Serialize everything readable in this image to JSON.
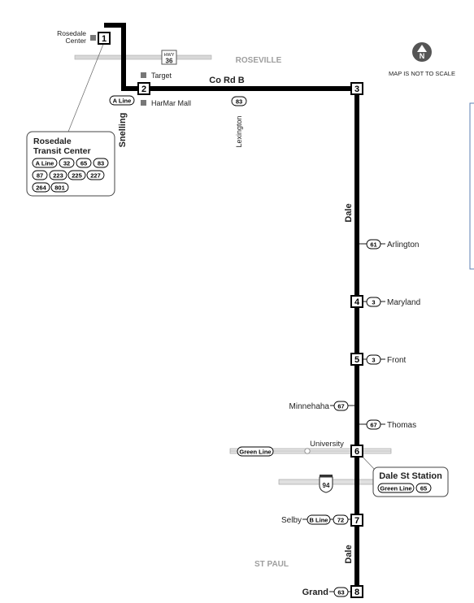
{
  "map": {
    "area_labels": {
      "roseville": "ROSEVILLE",
      "st_paul": "ST PAUL"
    },
    "north_arrow": "N",
    "disclaimer": "MAP IS NOT TO SCALE",
    "highway": {
      "hwy36_top": "HWY",
      "hwy36_num": "36",
      "i94": "94"
    },
    "streets": {
      "co_rd_b": "Co Rd B",
      "snelling": "Snelling",
      "lexington": "Lexington",
      "dale_upper": "Dale",
      "dale_lower": "Dale",
      "university": "University"
    },
    "landmarks": {
      "rosedale_center": [
        "Rosedale",
        "Center"
      ],
      "target": "Target",
      "harmar_mall": "HarMar Mall"
    },
    "timepoints": [
      {
        "num": "1"
      },
      {
        "num": "2"
      },
      {
        "num": "3"
      },
      {
        "num": "4"
      },
      {
        "num": "5"
      },
      {
        "num": "6"
      },
      {
        "num": "7"
      },
      {
        "num": "8"
      }
    ],
    "transit_center": {
      "title_line1": "Rosedale",
      "title_line2": "Transit Center",
      "routes": [
        "A Line",
        "32",
        "65",
        "83",
        "87",
        "223",
        "225",
        "227",
        "264",
        "801"
      ]
    },
    "station": {
      "title": "Dale St Station",
      "routes": [
        "Green Line",
        "65"
      ]
    },
    "connections": {
      "snelling_a_line": "A Line",
      "lexington_83": "83",
      "arlington": {
        "route": "61",
        "street": "Arlington"
      },
      "maryland": {
        "route": "3",
        "street": "Maryland"
      },
      "front": {
        "route": "3",
        "street": "Front"
      },
      "minnehaha": {
        "route": "67",
        "street": "Minnehaha"
      },
      "thomas": {
        "route": "67",
        "street": "Thomas"
      },
      "university_green": "Green Line",
      "selby": {
        "street": "Selby",
        "routes": [
          "B Line",
          "72"
        ]
      },
      "grand": {
        "street": "Grand",
        "route": "63"
      }
    }
  }
}
